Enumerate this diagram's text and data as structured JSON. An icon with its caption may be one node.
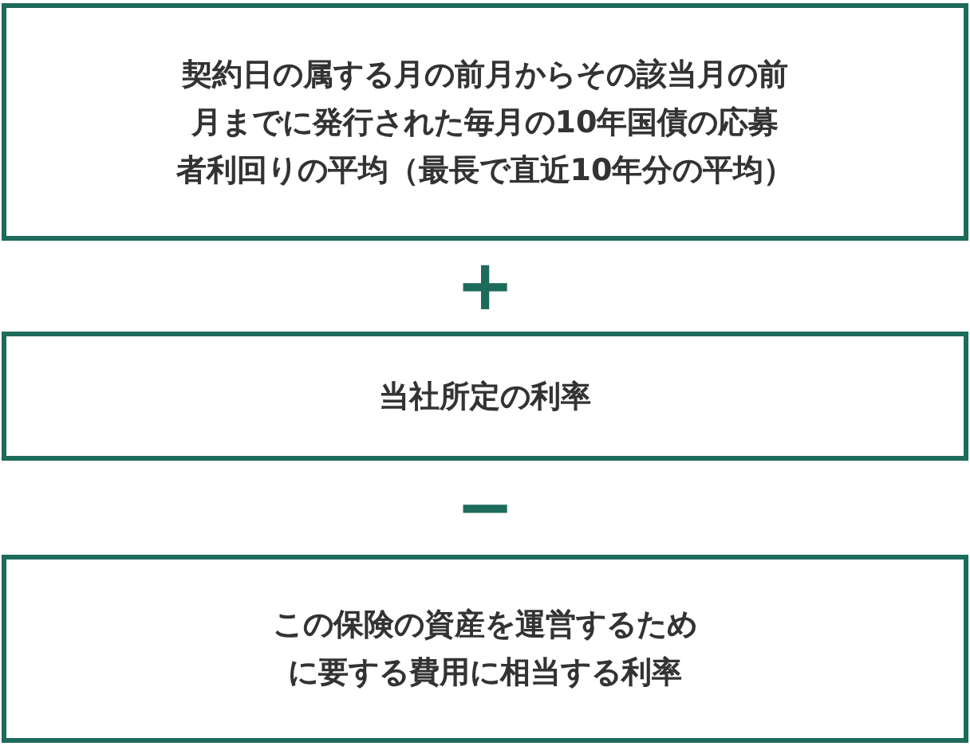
{
  "diagram": {
    "nodes": [
      {
        "text": [
          "契約日の属する月の前月からその該当月の前月までに発行された毎月の10年国債の応募者利回りの平均（最長で直近10年分の平均）"
        ]
      },
      {
        "text": [
          "当社所定の利率"
        ]
      },
      {
        "text": [
          "この保険の資産を運営するために要する費用に相当する利率"
        ]
      }
    ],
    "labels": [
      "+",
      "−"
    ]
  }
}
